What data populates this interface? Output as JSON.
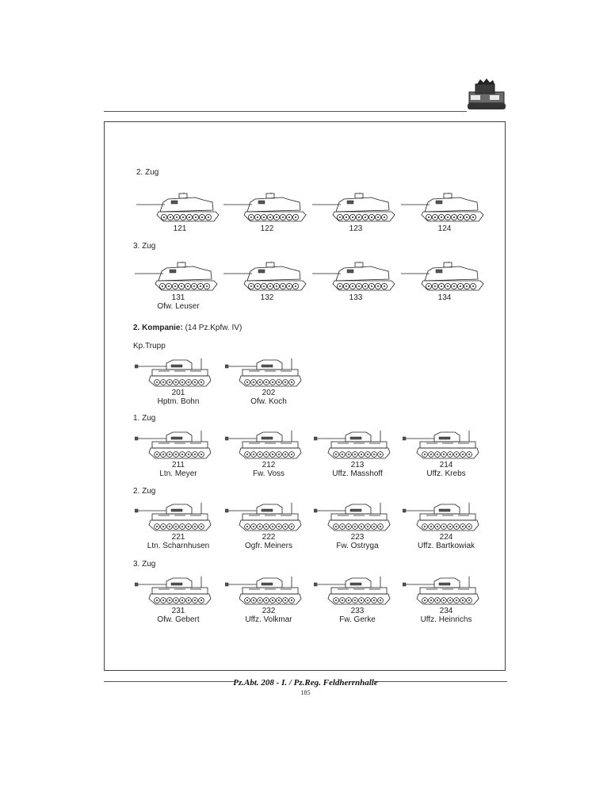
{
  "header": {
    "emblem": "tank-emblem"
  },
  "sections": [
    {
      "id": "zug2a",
      "heading": "2. Zug",
      "bold": "",
      "rest": "",
      "kind": "stug",
      "units": [
        {
          "number": "121",
          "name": ""
        },
        {
          "number": "122",
          "name": ""
        },
        {
          "number": "123",
          "name": ""
        },
        {
          "number": "124",
          "name": ""
        }
      ]
    },
    {
      "id": "zug3a",
      "heading": "3. Zug",
      "bold": "",
      "rest": "",
      "kind": "stug",
      "units": [
        {
          "number": "131",
          "name": "Ofw. Leuser"
        },
        {
          "number": "132",
          "name": ""
        },
        {
          "number": "133",
          "name": ""
        },
        {
          "number": "134",
          "name": ""
        }
      ]
    },
    {
      "id": "kompanie2",
      "heading": "",
      "bold": "2. Kompanie:",
      "rest": " (14 Pz.Kpfw. IV)",
      "kind": "none",
      "units": []
    },
    {
      "id": "kptrupp",
      "heading": "Kp.Trupp",
      "bold": "",
      "rest": "",
      "kind": "pz4",
      "units": [
        {
          "number": "201",
          "name": "Hptm. Bohn"
        },
        {
          "number": "202",
          "name": "Ofw. Koch"
        }
      ]
    },
    {
      "id": "zug1b",
      "heading": "1. Zug",
      "bold": "",
      "rest": "",
      "kind": "pz4",
      "units": [
        {
          "number": "211",
          "name": "Ltn. Meyer"
        },
        {
          "number": "212",
          "name": "Fw. Voss"
        },
        {
          "number": "213",
          "name": "Uffz. Masshoff"
        },
        {
          "number": "214",
          "name": "Uffz. Krebs"
        }
      ]
    },
    {
      "id": "zug2b",
      "heading": "2. Zug",
      "bold": "",
      "rest": "",
      "kind": "pz4",
      "units": [
        {
          "number": "221",
          "name": "Ltn. Scharnhusen"
        },
        {
          "number": "222",
          "name": "Ogfr. Meiners"
        },
        {
          "number": "223",
          "name": "Fw. Ostryga"
        },
        {
          "number": "224",
          "name": "Uffz. Bartkowiak"
        }
      ]
    },
    {
      "id": "zug3b",
      "heading": "3. Zug",
      "bold": "",
      "rest": "",
      "kind": "pz4",
      "units": [
        {
          "number": "231",
          "name": "Ofw. Gebert"
        },
        {
          "number": "232",
          "name": "Uffz. Volkmar"
        },
        {
          "number": "233",
          "name": "Fw. Gerke"
        },
        {
          "number": "234",
          "name": "Uffz. Heinrichs"
        }
      ]
    }
  ],
  "footer": {
    "title": "Pz.Abt. 208 - I. / Pz.Reg. Feldherrnhalle",
    "page": "185"
  }
}
